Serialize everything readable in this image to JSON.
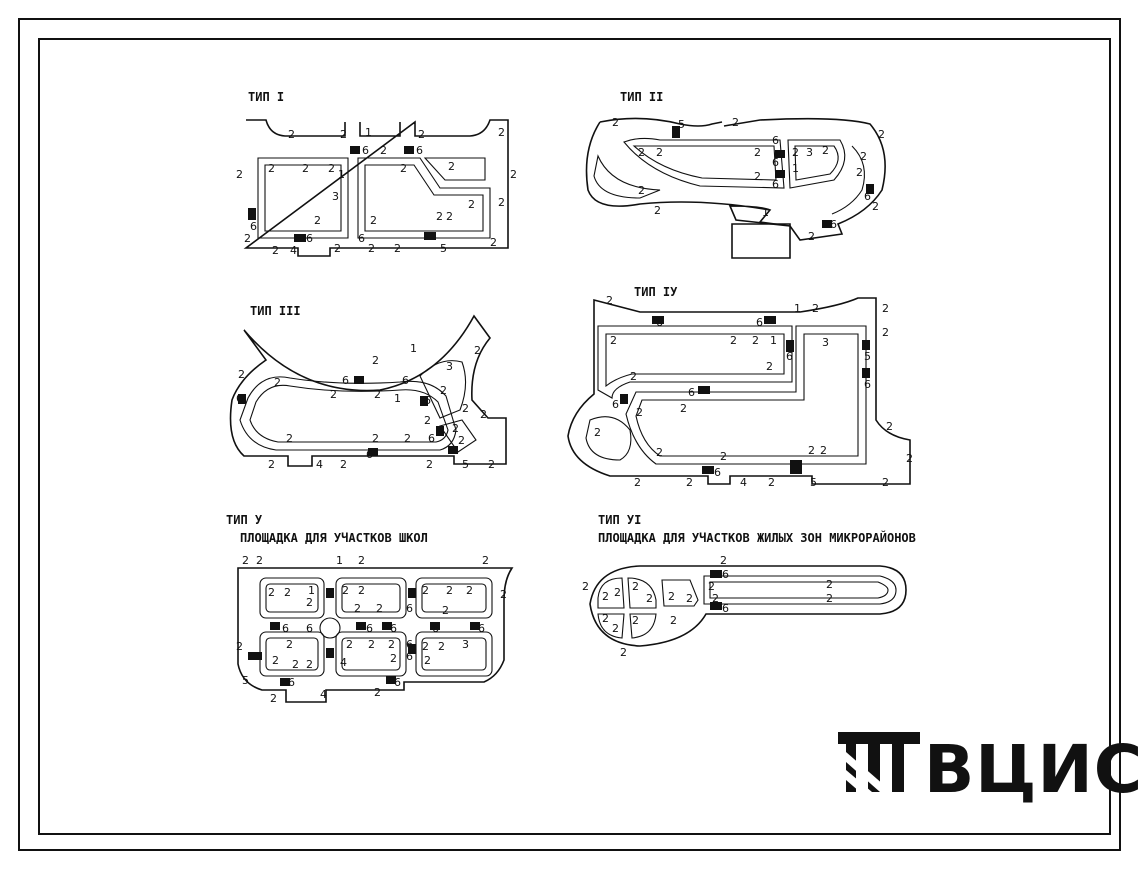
{
  "diagrams": [
    {
      "id": "t1",
      "title": "ТИП I"
    },
    {
      "id": "t2",
      "title": "ТИП II"
    },
    {
      "id": "t3",
      "title": "ТИП III"
    },
    {
      "id": "t4",
      "title": "ТИП IУ"
    },
    {
      "id": "t5",
      "title": "ТИП У",
      "subtitle": "ПЛОЩАДКА ДЛЯ УЧАСТКОВ ШКОЛ"
    },
    {
      "id": "t6",
      "title": "ТИП УI",
      "subtitle": "ПЛОЩАДКА ДЛЯ УЧАСТКОВ ЖИЛЫХ ЗОН МИКРОРАЙОНОВ"
    }
  ],
  "labels": {
    "one": "1",
    "two": "2",
    "three": "3",
    "four": "4",
    "five": "5",
    "six": "6"
  },
  "logo": {
    "text": "ВЦИС"
  }
}
